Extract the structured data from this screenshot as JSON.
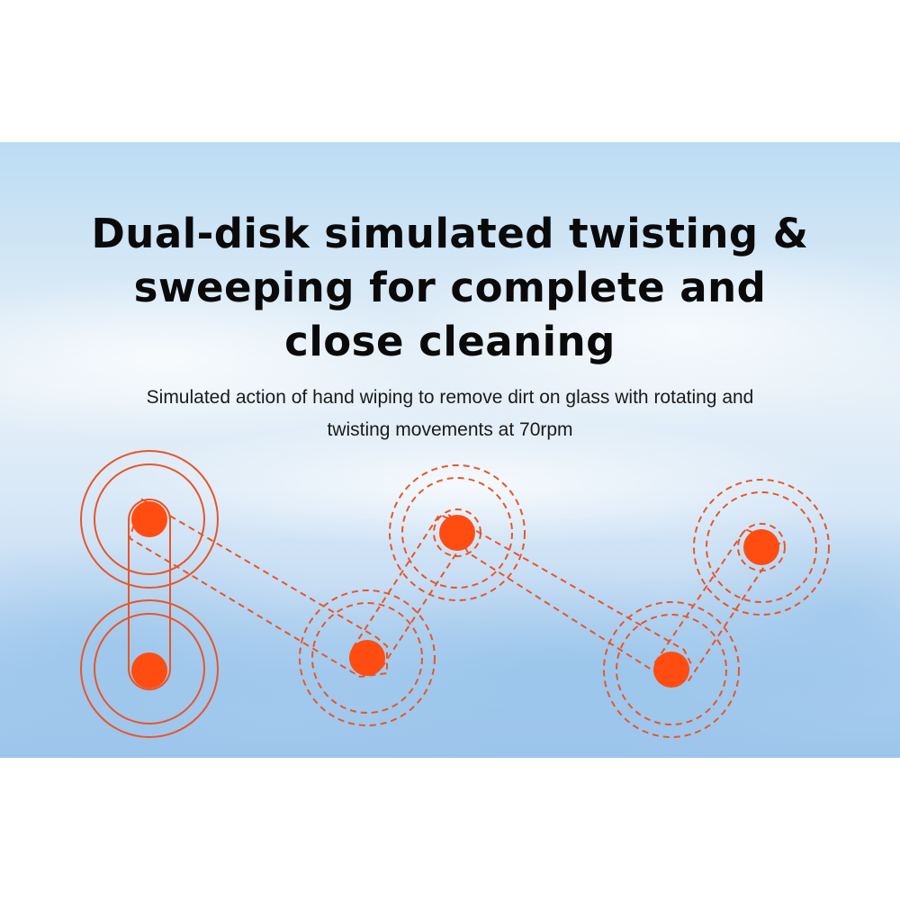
{
  "headline": {
    "line1": "Dual-disk simulated twisting &",
    "line2": "sweeping for complete and",
    "line3": "close cleaning"
  },
  "subtitle": {
    "line1": "Simulated action of hand wiping to remove dirt on glass with rotating and",
    "line2": "twisting movements at 70rpm"
  },
  "colors": {
    "accent": "#ff4d12",
    "stroke": "#e8562a",
    "text": "#0a0a0a"
  }
}
